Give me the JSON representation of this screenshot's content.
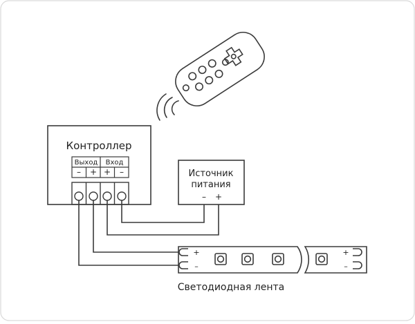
{
  "colors": {
    "stroke": "#3a3a3a",
    "frame": "#d9d9d9",
    "background": "#ffffff"
  },
  "remote": {
    "icon": "remote-control-icon",
    "signal_icon": "ir-signal-waves-icon"
  },
  "controller": {
    "title": "Контроллер",
    "output_label": "Выход",
    "input_label": "Вход",
    "output_minus": "–",
    "output_plus": "+",
    "input_plus": "+",
    "input_minus": "–"
  },
  "power_supply": {
    "title_line1": "Источник",
    "title_line2": "питания",
    "minus": "–",
    "plus": "+"
  },
  "led_strip": {
    "caption": "Светодиодная лента",
    "left_plus": "+",
    "left_minus": "–",
    "right_plus": "+",
    "right_minus": "–"
  }
}
